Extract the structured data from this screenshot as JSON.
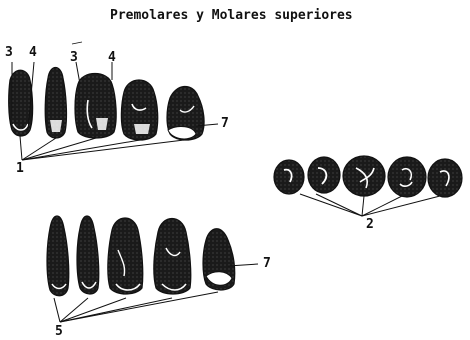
{
  "figure": {
    "title": "Premolares y Molares superiores",
    "labels": {
      "top_left_3": "3",
      "top_left_4": "4",
      "top_mid_3": "3",
      "top_mid_4": "4",
      "top_right_7": "7",
      "top_group_1": "1",
      "occlusal_group_2": "2",
      "bottom_right_7": "7",
      "bottom_group_5": "5"
    },
    "colors": {
      "ink": "#111111",
      "background": "#ffffff"
    }
  }
}
